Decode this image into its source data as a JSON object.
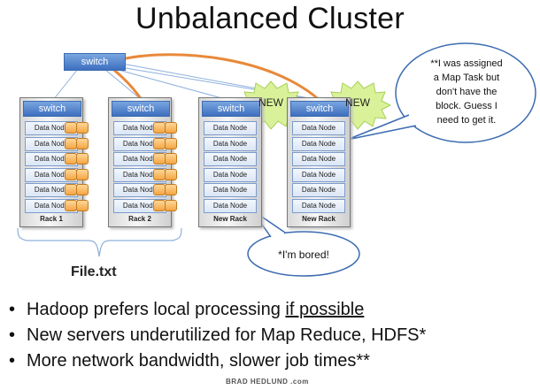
{
  "title": "Unbalanced Cluster",
  "core_switch": "switch",
  "racks": [
    {
      "switch": "switch",
      "label": "Rack 1",
      "nodes": [
        "Data Node",
        "Data Node",
        "Data Node",
        "Data Node",
        "Data Node",
        "Data Node"
      ],
      "has_blocks": true
    },
    {
      "switch": "switch",
      "label": "Rack 2",
      "nodes": [
        "Data Node",
        "Data Node",
        "Data Node",
        "Data Node",
        "Data Node",
        "Data Node"
      ],
      "has_blocks": true
    },
    {
      "switch": "switch",
      "label": "New Rack",
      "nodes": [
        "Data Node",
        "Data Node",
        "Data Node",
        "Data Node",
        "Data Node",
        "Data Node"
      ],
      "has_blocks": false
    },
    {
      "switch": "switch",
      "label": "New Rack",
      "nodes": [
        "Data Node",
        "Data Node",
        "Data Node",
        "Data Node",
        "Data Node",
        "Data Node"
      ],
      "has_blocks": false
    }
  ],
  "new_badges": [
    "NEW",
    "NEW"
  ],
  "file_label": "File.txt",
  "callouts": {
    "assigned": [
      "**I was assigned",
      "a Map Task but",
      "don't have the",
      "block. Guess I",
      "need to get it."
    ],
    "bored": "*I'm bored!"
  },
  "bullets": [
    {
      "pre": "Hadoop prefers local processing ",
      "underlined": "if possible"
    },
    {
      "pre": "New servers underutilized for Map Reduce, HDFS*",
      "underlined": ""
    },
    {
      "pre": "More network bandwidth, slower job times**",
      "underlined": ""
    }
  ],
  "bullet_symbol": "•",
  "footer": "BRAD HEDLUND .com",
  "colors": {
    "switch": "#3e6fbf",
    "block": "#f3a643",
    "flow": "#e8893a",
    "new_badge": "#d9f29a",
    "callout": "#3b6bb0"
  }
}
